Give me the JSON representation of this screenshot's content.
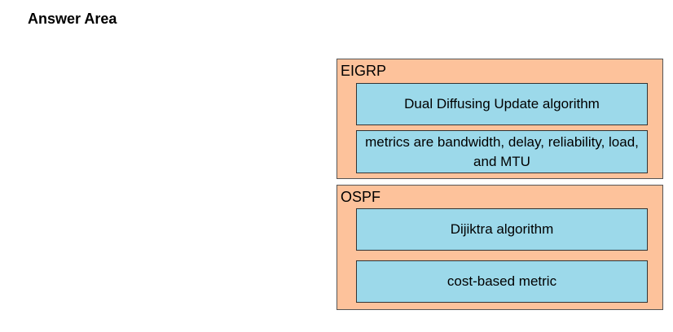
{
  "answer_area": {
    "title": "Answer Area"
  },
  "colors": {
    "category_background": "#fdc29b",
    "item_background": "#9cd9ea",
    "border": "#555555"
  },
  "categories": [
    {
      "label": "EIGRP",
      "items": [
        "Dual Diffusing Update algorithm",
        "metrics are bandwidth, delay, reliability, load, and MTU"
      ]
    },
    {
      "label": "OSPF",
      "items": [
        "Dijiktra algorithm",
        "cost-based metric"
      ]
    }
  ]
}
